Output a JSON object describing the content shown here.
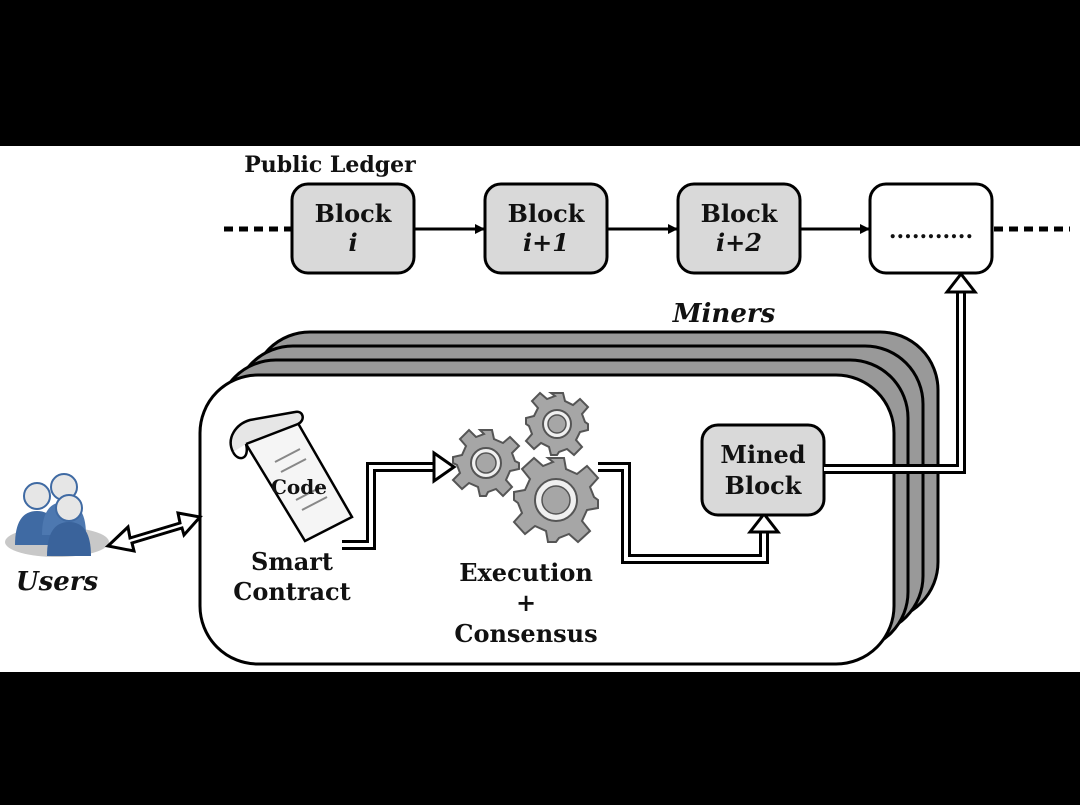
{
  "ledger": {
    "title": "Public Ledger",
    "blocks": [
      {
        "line1": "Block",
        "line2": "i"
      },
      {
        "line1": "Block",
        "line2": "i+1"
      },
      {
        "line1": "Block",
        "line2": "i+2"
      },
      {
        "line1": "...........",
        "line2": ""
      }
    ]
  },
  "miners": {
    "label": "Miners",
    "mined_block": {
      "line1": "Mined",
      "line2": "Block"
    }
  },
  "users": {
    "label": "Users"
  },
  "smart_contract": {
    "code_label": "Code",
    "line1": "Smart",
    "line2": "Contract"
  },
  "execution": {
    "line1": "Execution",
    "line2": "+",
    "line3": "Consensus"
  },
  "colors": {
    "block_fill": "#d9d9d9",
    "stack_fill": "#999999",
    "gear_fill": "#a6a6a6",
    "user_blue": "#3f6aa3",
    "letterbox": "#000000"
  },
  "icons": [
    "users-icon",
    "scroll-icon",
    "gear-icon"
  ]
}
